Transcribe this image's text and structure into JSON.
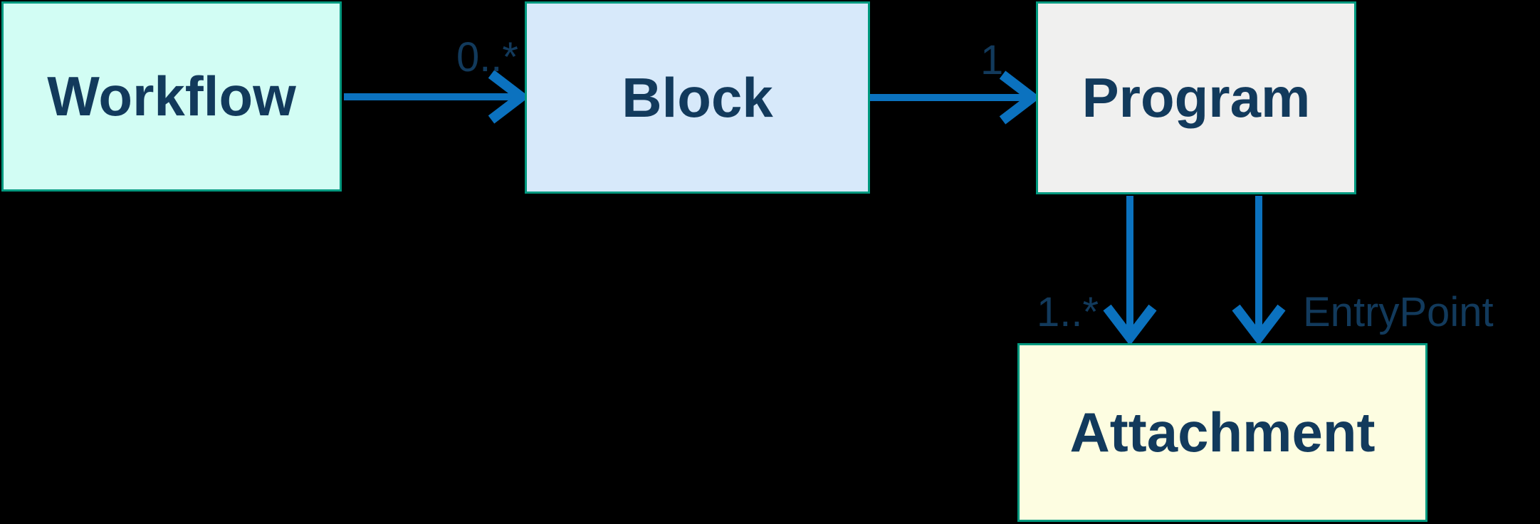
{
  "diagram": {
    "colors": {
      "background": "#000000",
      "node_border": "#00997f",
      "arrow": "#0b72bf",
      "text": "#123a5c",
      "workflow_fill": "#d2fdf4",
      "block_fill": "#d7e9fa",
      "program_fill": "#f0f0ef",
      "attachment_fill": "#fdfde1"
    },
    "nodes": [
      {
        "id": "workflow",
        "label": "Workflow"
      },
      {
        "id": "block",
        "label": "Block"
      },
      {
        "id": "program",
        "label": "Program"
      },
      {
        "id": "attachment",
        "label": "Attachment"
      }
    ],
    "edges": [
      {
        "from": "Workflow",
        "to": "Block",
        "label": "0..*",
        "direction": "right"
      },
      {
        "from": "Block",
        "to": "Program",
        "label": "1",
        "direction": "right"
      },
      {
        "from": "Program",
        "to": "Attachment",
        "label": "1..*",
        "direction": "down"
      },
      {
        "from": "Program",
        "to": "Attachment",
        "label": "EntryPoint",
        "direction": "down"
      }
    ]
  }
}
